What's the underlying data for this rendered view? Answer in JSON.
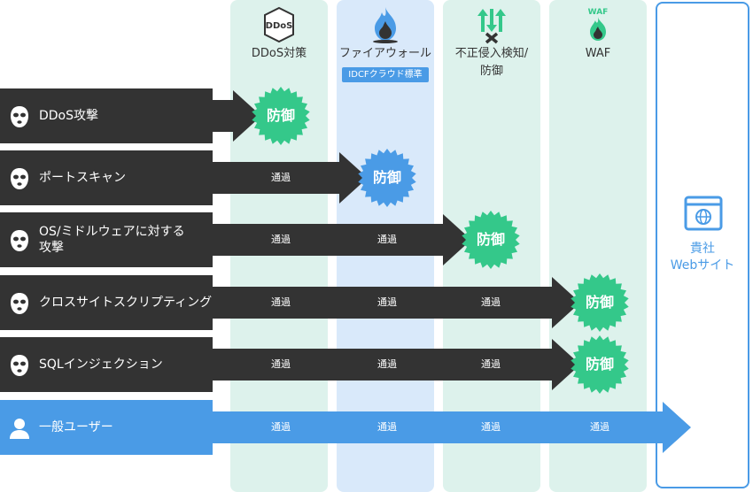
{
  "columns": [
    {
      "label": "DDoS対策",
      "icon": "ddos-shield-icon",
      "icon_text": "DDoS",
      "color": "#ddf2ec"
    },
    {
      "label": "ファイアウォール",
      "badge": "IDCFクラウド標準",
      "icon": "flame-icon",
      "color": "#d9e9fa"
    },
    {
      "label": "不正侵入検知/",
      "label2": "防御",
      "icon": "intrusion-arrows-icon",
      "color": "#ddf2ec"
    },
    {
      "label": "WAF",
      "icon": "waf-flame-icon",
      "icon_text": "WAF",
      "color": "#ddf2ec"
    }
  ],
  "site": {
    "line1": "貴社",
    "line2": "Webサイト",
    "icon": "browser-globe-icon"
  },
  "rows": [
    {
      "label": "DDoS攻撃",
      "icon": "hooded-attacker-icon",
      "blocked_at": 0,
      "passes": []
    },
    {
      "label": "ポートスキャン",
      "icon": "hooded-attacker-icon",
      "blocked_at": 1,
      "passes": [
        "通過"
      ]
    },
    {
      "label": "OS/ミドルウェアに対する",
      "label2": "攻撃",
      "icon": "hooded-attacker-icon",
      "blocked_at": 2,
      "passes": [
        "通過",
        "通過"
      ]
    },
    {
      "label": "クロスサイトスクリプティング",
      "icon": "hooded-attacker-icon",
      "blocked_at": 3,
      "passes": [
        "通過",
        "通過",
        "通過"
      ]
    },
    {
      "label": "SQLインジェクション",
      "icon": "hooded-attacker-icon",
      "blocked_at": 3,
      "passes": [
        "通過",
        "通過",
        "通過"
      ]
    },
    {
      "label": "一般ユーザー",
      "icon": "user-icon",
      "blocked_at": null,
      "passes": [
        "通過",
        "通過",
        "通過",
        "通過"
      ],
      "friendly": true
    }
  ],
  "block_label": "防御",
  "colors": {
    "attack": "#333333",
    "user": "#4a9be6",
    "defense": "#34c88a",
    "accent": "#4a9be6"
  }
}
